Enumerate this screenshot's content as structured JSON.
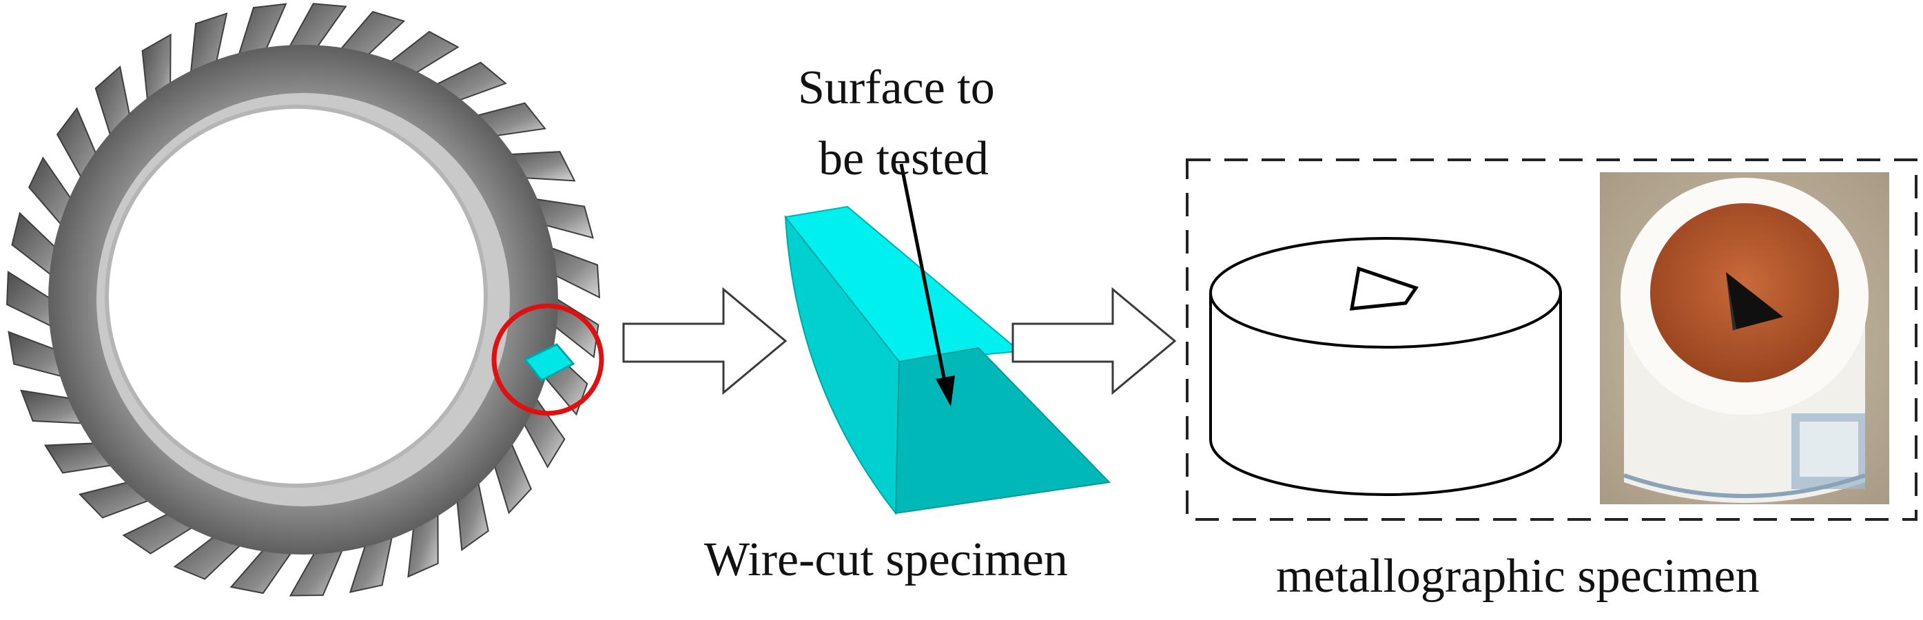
{
  "labels": {
    "surface_line1": "Surface to",
    "surface_line2": "be tested",
    "wire_cut": "Wire-cut specimen",
    "metallographic": "metallographic specimen"
  },
  "colors": {
    "cyan_light": "#00eeee",
    "cyan_dark": "#00b9b9",
    "highlight_circle": "#e01010",
    "gear_dark": "#5a5a5a",
    "gear_light": "#d9d9d9",
    "mount_orange": "#b85a2c",
    "mount_white": "#f4f2ee"
  },
  "icons": {
    "gear": "spiral-bevel-gear",
    "arrow": "hollow-right-arrow",
    "photo": "mounted-specimen-photo"
  }
}
